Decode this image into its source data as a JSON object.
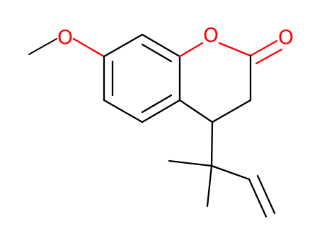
{
  "colors": {
    "bond": "#000000",
    "oxygen": "#ff0000",
    "background": "#ffffff"
  },
  "atoms": {
    "methoxy_oxygen": "O",
    "ring_oxygen": "O",
    "carbonyl_oxygen": "O"
  }
}
